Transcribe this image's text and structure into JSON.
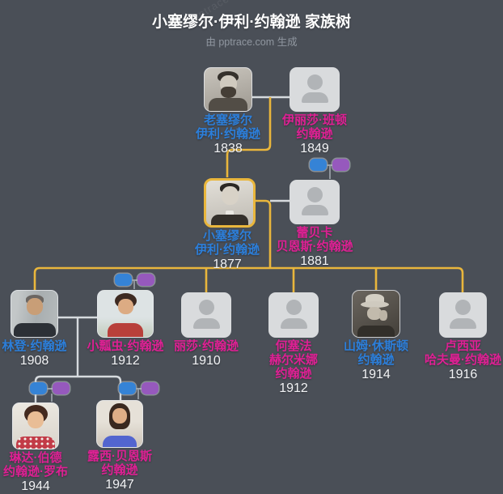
{
  "header": {
    "title": "小塞缪尔·伊利·约翰逊 家族树",
    "subtitle": "由 pptrace.com 生成"
  },
  "watermark": "pptrace.com",
  "colors": {
    "bg": "#4a4f57",
    "title": "#ffffff",
    "subtitle": "#9097a0",
    "male": "#2c7fdb",
    "female": "#df2094",
    "highlight": "#e9b63c",
    "line": "#d6dade",
    "stem": "#8f959c",
    "union_blue": "#3583d6",
    "union_purple": "#9659bd",
    "year": "#f2f3f5",
    "avatar_bg": "#d9dbdd",
    "avatar_fg": "#b1b4b7"
  },
  "icons": {
    "spouse_link": "two-linked-rounded-rects",
    "person_placeholder": "person-silhouette"
  },
  "people": [
    {
      "name": "老塞缪尔·伊利·约翰逊",
      "name_lines": [
        "老塞缪尔",
        "伊利·约翰逊"
      ],
      "year": "1838",
      "gender": "male",
      "portrait": "photo"
    },
    {
      "name": "伊丽莎·班顿·约翰逊",
      "name_lines": [
        "伊丽莎·班顿",
        "约翰逊"
      ],
      "year": "1849",
      "gender": "female",
      "portrait": "placeholder"
    },
    {
      "name": "小塞缪尔·伊利·约翰逊",
      "name_lines": [
        "小塞缪尔",
        "伊利·约翰逊"
      ],
      "year": "1877",
      "gender": "male",
      "portrait": "photo",
      "highlighted": true
    },
    {
      "name": "蕾贝卡·贝恩斯·约翰逊",
      "name_lines": [
        "蕾贝卡",
        "贝恩斯·约翰逊"
      ],
      "year": "1881",
      "gender": "female",
      "portrait": "placeholder"
    },
    {
      "name": "林登·约翰逊",
      "name_lines": [
        "林登·约翰逊"
      ],
      "year": "1908",
      "gender": "male",
      "portrait": "photo"
    },
    {
      "name": "小瓢虫·约翰逊",
      "name_lines": [
        "小瓢虫·约翰逊"
      ],
      "year": "1912",
      "gender": "female",
      "portrait": "photo"
    },
    {
      "name": "丽莎·约翰逊",
      "name_lines": [
        "丽莎·约翰逊"
      ],
      "year": "1910",
      "gender": "female",
      "portrait": "placeholder"
    },
    {
      "name": "何塞法·赫尔米娜·约翰逊",
      "name_lines": [
        "何塞法",
        "赫尔米娜",
        "约翰逊"
      ],
      "year": "1912",
      "gender": "female",
      "portrait": "placeholder"
    },
    {
      "name": "山姆·休斯顿·约翰逊",
      "name_lines": [
        "山姆·休斯顿",
        "约翰逊"
      ],
      "year": "1914",
      "gender": "male",
      "portrait": "photo"
    },
    {
      "name": "卢西亚·哈夫曼·约翰逊",
      "name_lines": [
        "卢西亚",
        "哈夫曼·约翰逊"
      ],
      "year": "1916",
      "gender": "female",
      "portrait": "placeholder"
    },
    {
      "name": "琳达·伯德·约翰逊·罗布",
      "name_lines": [
        "琳达·伯德",
        "约翰逊·罗布"
      ],
      "year": "1944",
      "gender": "female",
      "portrait": "photo"
    },
    {
      "name": "露西·贝恩斯·约翰逊",
      "name_lines": [
        "露西·贝恩斯",
        "约翰逊"
      ],
      "year": "1947",
      "gender": "female",
      "portrait": "photo"
    }
  ]
}
